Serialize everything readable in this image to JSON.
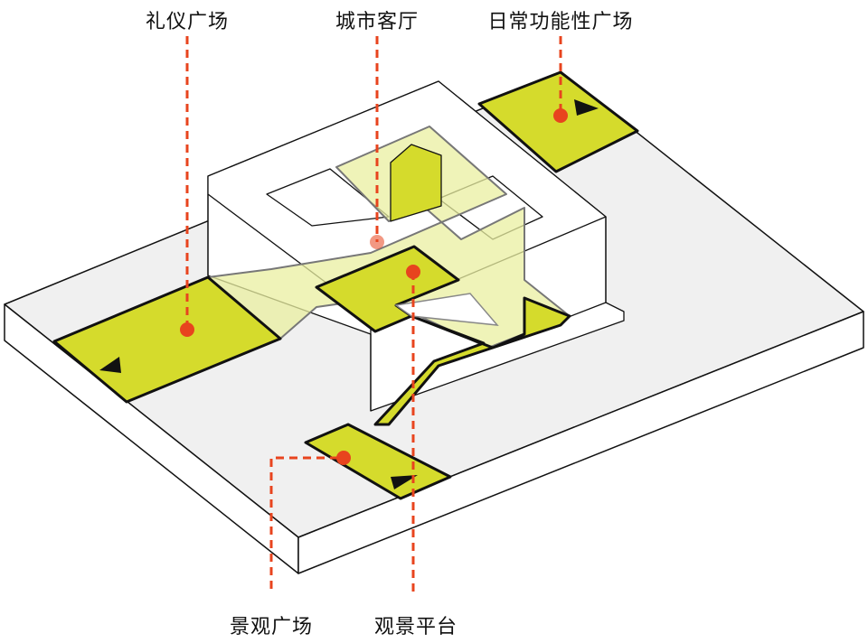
{
  "labels": {
    "ceremonial_plaza": "礼仪广场",
    "city_living_room": "城市客厅",
    "daily_function_plaza": "日常功能性广场",
    "landscape_plaza": "景观广场",
    "viewing_platform": "观景平台"
  },
  "colors": {
    "plaza": "#d5db2c",
    "plaza_translucent": "#eef2b0",
    "leader": "#e8441e",
    "slab": "#efefef"
  }
}
